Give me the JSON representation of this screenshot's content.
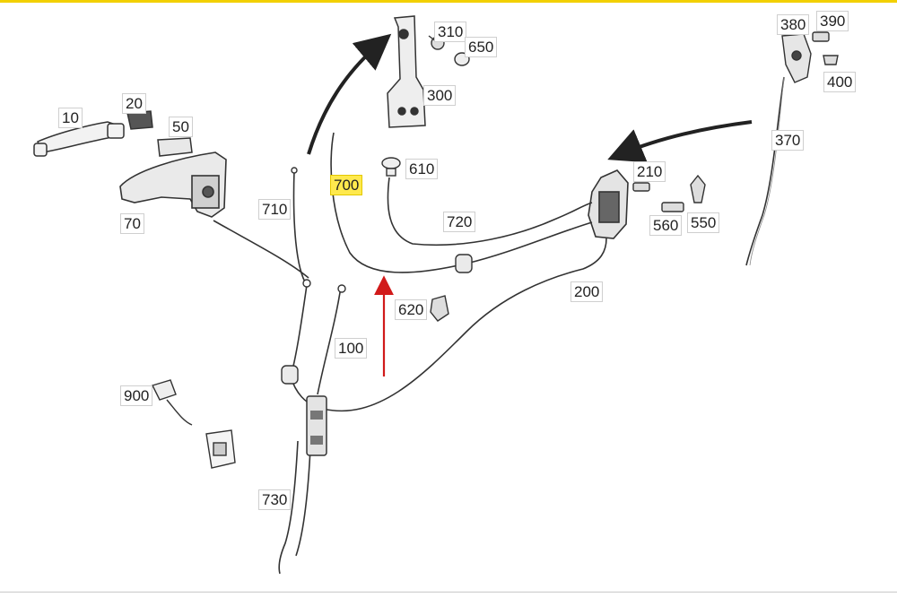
{
  "diagram": {
    "accent_color": "#f2d000",
    "highlight_color": "#ffe94d",
    "arrow_color": "#222222",
    "pointer_color": "#d11a1a",
    "highlighted_part": "700",
    "parts": {
      "p10": "10",
      "p20": "20",
      "p50": "50",
      "p70": "70",
      "p100": "100",
      "p200": "200",
      "p210": "210",
      "p300": "300",
      "p310": "310",
      "p370": "370",
      "p380": "380",
      "p390": "390",
      "p400": "400",
      "p550": "550",
      "p560": "560",
      "p610": "610",
      "p620": "620",
      "p650": "650",
      "p700": "700",
      "p710": "710",
      "p720": "720",
      "p730": "730",
      "p900": "900"
    }
  }
}
